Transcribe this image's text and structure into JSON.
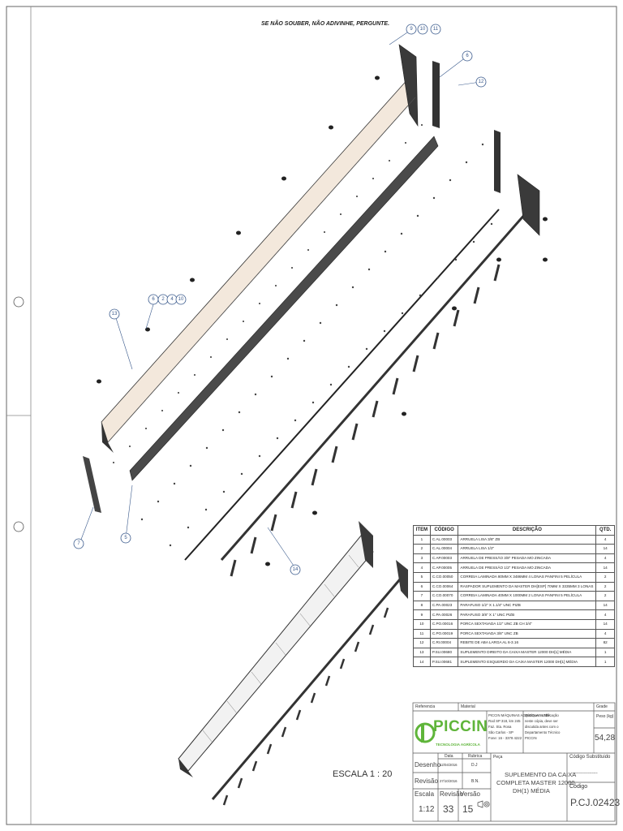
{
  "header_note": "SE NÃO SOUBER, NÃO ADIVINHE, PERGUNTE.",
  "balloons": [
    "9",
    "10",
    "11",
    "6",
    "12",
    "13",
    "6",
    "2",
    "4",
    "10",
    "7",
    "5",
    "14"
  ],
  "bom": {
    "headers": [
      "ITEM",
      "CÓDIGO",
      "DESCRIÇÃO",
      "QTD."
    ],
    "rows": [
      {
        "item": "1",
        "code": "C.AL.00003",
        "desc": "ARRUELA LISA 3/8\" ZB",
        "qty": "4"
      },
      {
        "item": "2",
        "code": "C.AL.00004",
        "desc": "ARRUELA LISA 1/2\"",
        "qty": "14"
      },
      {
        "item": "3",
        "code": "C.AP.00003",
        "desc": "ARRUELA DE PRESSÃO 3/8\" PESADA MO ZINCADA",
        "qty": "4"
      },
      {
        "item": "4",
        "code": "C.AP.00005",
        "desc": "ARRUELA DE PRESSÃO 1/2\" PESADA MO ZINCADA",
        "qty": "14"
      },
      {
        "item": "5",
        "code": "C.CO.00050",
        "desc": "CORREIA LAMINADA 80MM X 3486MM 4 LONAS PANFINI 5 PELÍCULA",
        "qty": "2"
      },
      {
        "item": "6",
        "code": "C.CO.00064",
        "desc": "RASPADOR SUPLEMENTO DA MASTER DH[ESP] 70MM X 3335MM 3 LONAS",
        "qty": "2"
      },
      {
        "item": "7",
        "code": "C.CO.00070",
        "desc": "CORREIA LAMINADA 40MM X 1000MM 2 LONAS PANFINI 5 PELÍCULA",
        "qty": "2"
      },
      {
        "item": "8",
        "code": "C.PA.00023",
        "desc": "PARAFUSO 1/2\" X 1.1/4\" UNC PIZB",
        "qty": "14"
      },
      {
        "item": "9",
        "code": "C.PA.00026",
        "desc": "PARAFUSO 3/8\" X 1\" UNC PIZB",
        "qty": "4"
      },
      {
        "item": "10",
        "code": "C.PO.00016",
        "desc": "PORCA SEXTAVADA 1/2\" UNC ZB CH 3/4\"",
        "qty": "14"
      },
      {
        "item": "11",
        "code": "C.PO.00019",
        "desc": "PORCA SEXTAVADA 3/8\" UNC ZB",
        "qty": "4"
      },
      {
        "item": "12",
        "code": "C.RI.00004",
        "desc": "REBITE DE ABA LARGA AL 6-3.16",
        "qty": "82"
      },
      {
        "item": "13",
        "code": "P.SU.00680",
        "desc": "SUPLEMENTO DIREITO DA CAIXA MASTER 12000 DH[1] MÉDIA",
        "qty": "1"
      },
      {
        "item": "14",
        "code": "P.SU.00681",
        "desc": "SUPLEMENTO ESQUERDO DA CAIXA MASTER 12000 DH[1] MÉDIA",
        "qty": "1"
      }
    ]
  },
  "title_block": {
    "referencia_label": "Referencia",
    "material_label": "Material",
    "grade_label": "Grade",
    "company": {
      "brand": "PICCIN",
      "tagline": "TECNOLOGIA AGRÍCOLA",
      "address_lines": [
        "PICCIN MÁQUINAS AGRÍCOLAS LTDA",
        "Rod SP 318, km 245",
        "Faz. Sta. Rosa",
        "São Carlos - SP",
        "Fone: 16 - 3378 4222"
      ],
      "notice_lines": [
        "Qualquer modificação",
        "neste cópia, deve ser",
        "discutida antes com o",
        "Departamento Técnico",
        "PICCIN"
      ]
    },
    "peso_label": "Peso (kg)",
    "peso_value": "54,28",
    "data_label": "Data",
    "rubrica_label": "Rubrica",
    "peca_label": "Peça",
    "desenho_label": "Desenho",
    "desenho_date": "12/04/2016",
    "desenho_rubrica": "D.J",
    "revisao_label": "Revisão",
    "revisao_date": "27/10/2016",
    "revisao_rubrica": "B.N.",
    "peca_name_lines": [
      "SUPLEMENTO DA CAIXA",
      "COMPLETA MASTER 12000",
      "DH(1) MÉDIA"
    ],
    "codigo_substituido_label": "Código Substituido",
    "codigo_substituido_value": "-------------------",
    "codigo_label": "Código",
    "codigo_value": "P.CJ.02423",
    "escala_label": "Escala",
    "escala_value": "1:12",
    "revisao2_label": "Revisão",
    "revisao2_value": "33",
    "versao_label": "Versão",
    "versao_value": "15"
  },
  "scale_note": "ESCALA 1 : 20"
}
